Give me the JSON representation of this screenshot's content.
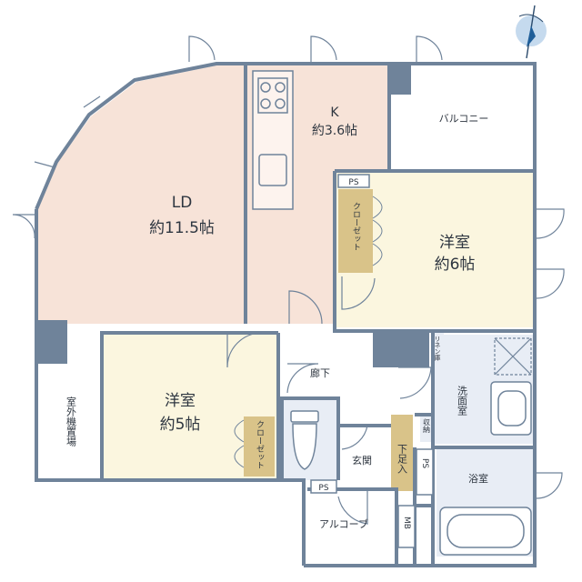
{
  "rooms": {
    "ld": {
      "name": "LD",
      "size": "約11.5帖"
    },
    "kitchen": {
      "name": "K",
      "size": "約3.6帖"
    },
    "balcony": "バルコニー",
    "western_1": {
      "name": "洋室",
      "size": "約6帖"
    },
    "western_2": {
      "name": "洋室",
      "size": "約5帖"
    },
    "closet_1": "クローゼット",
    "closet_2": "クローゼット",
    "corridor": "廊下",
    "entrance": "玄関",
    "shoe_cabinet": "下足入",
    "washroom": "洗面室",
    "bathroom": "浴室",
    "linen": "リネン庫",
    "storage": "収納",
    "alcove": "アルコーブ",
    "outdoor_unit": "室外機置場",
    "ps_1": "PS",
    "ps_2": "PS",
    "ps_3": "PS",
    "mb": "MB"
  },
  "colors": {
    "wall": "#6f839a",
    "ld": "#f7e3d8",
    "western": "#fbf6df",
    "closet": "#d9c389",
    "wet": "#e8edf5",
    "accent": "#3d8fd1"
  },
  "icons": {
    "compass": "compass-icon",
    "stove": "stove-icon",
    "sink": "sink-icon",
    "toilet": "toilet-icon",
    "bathtub": "bathtub-icon",
    "washbasin": "washbasin-icon",
    "washer": "washer-icon"
  }
}
